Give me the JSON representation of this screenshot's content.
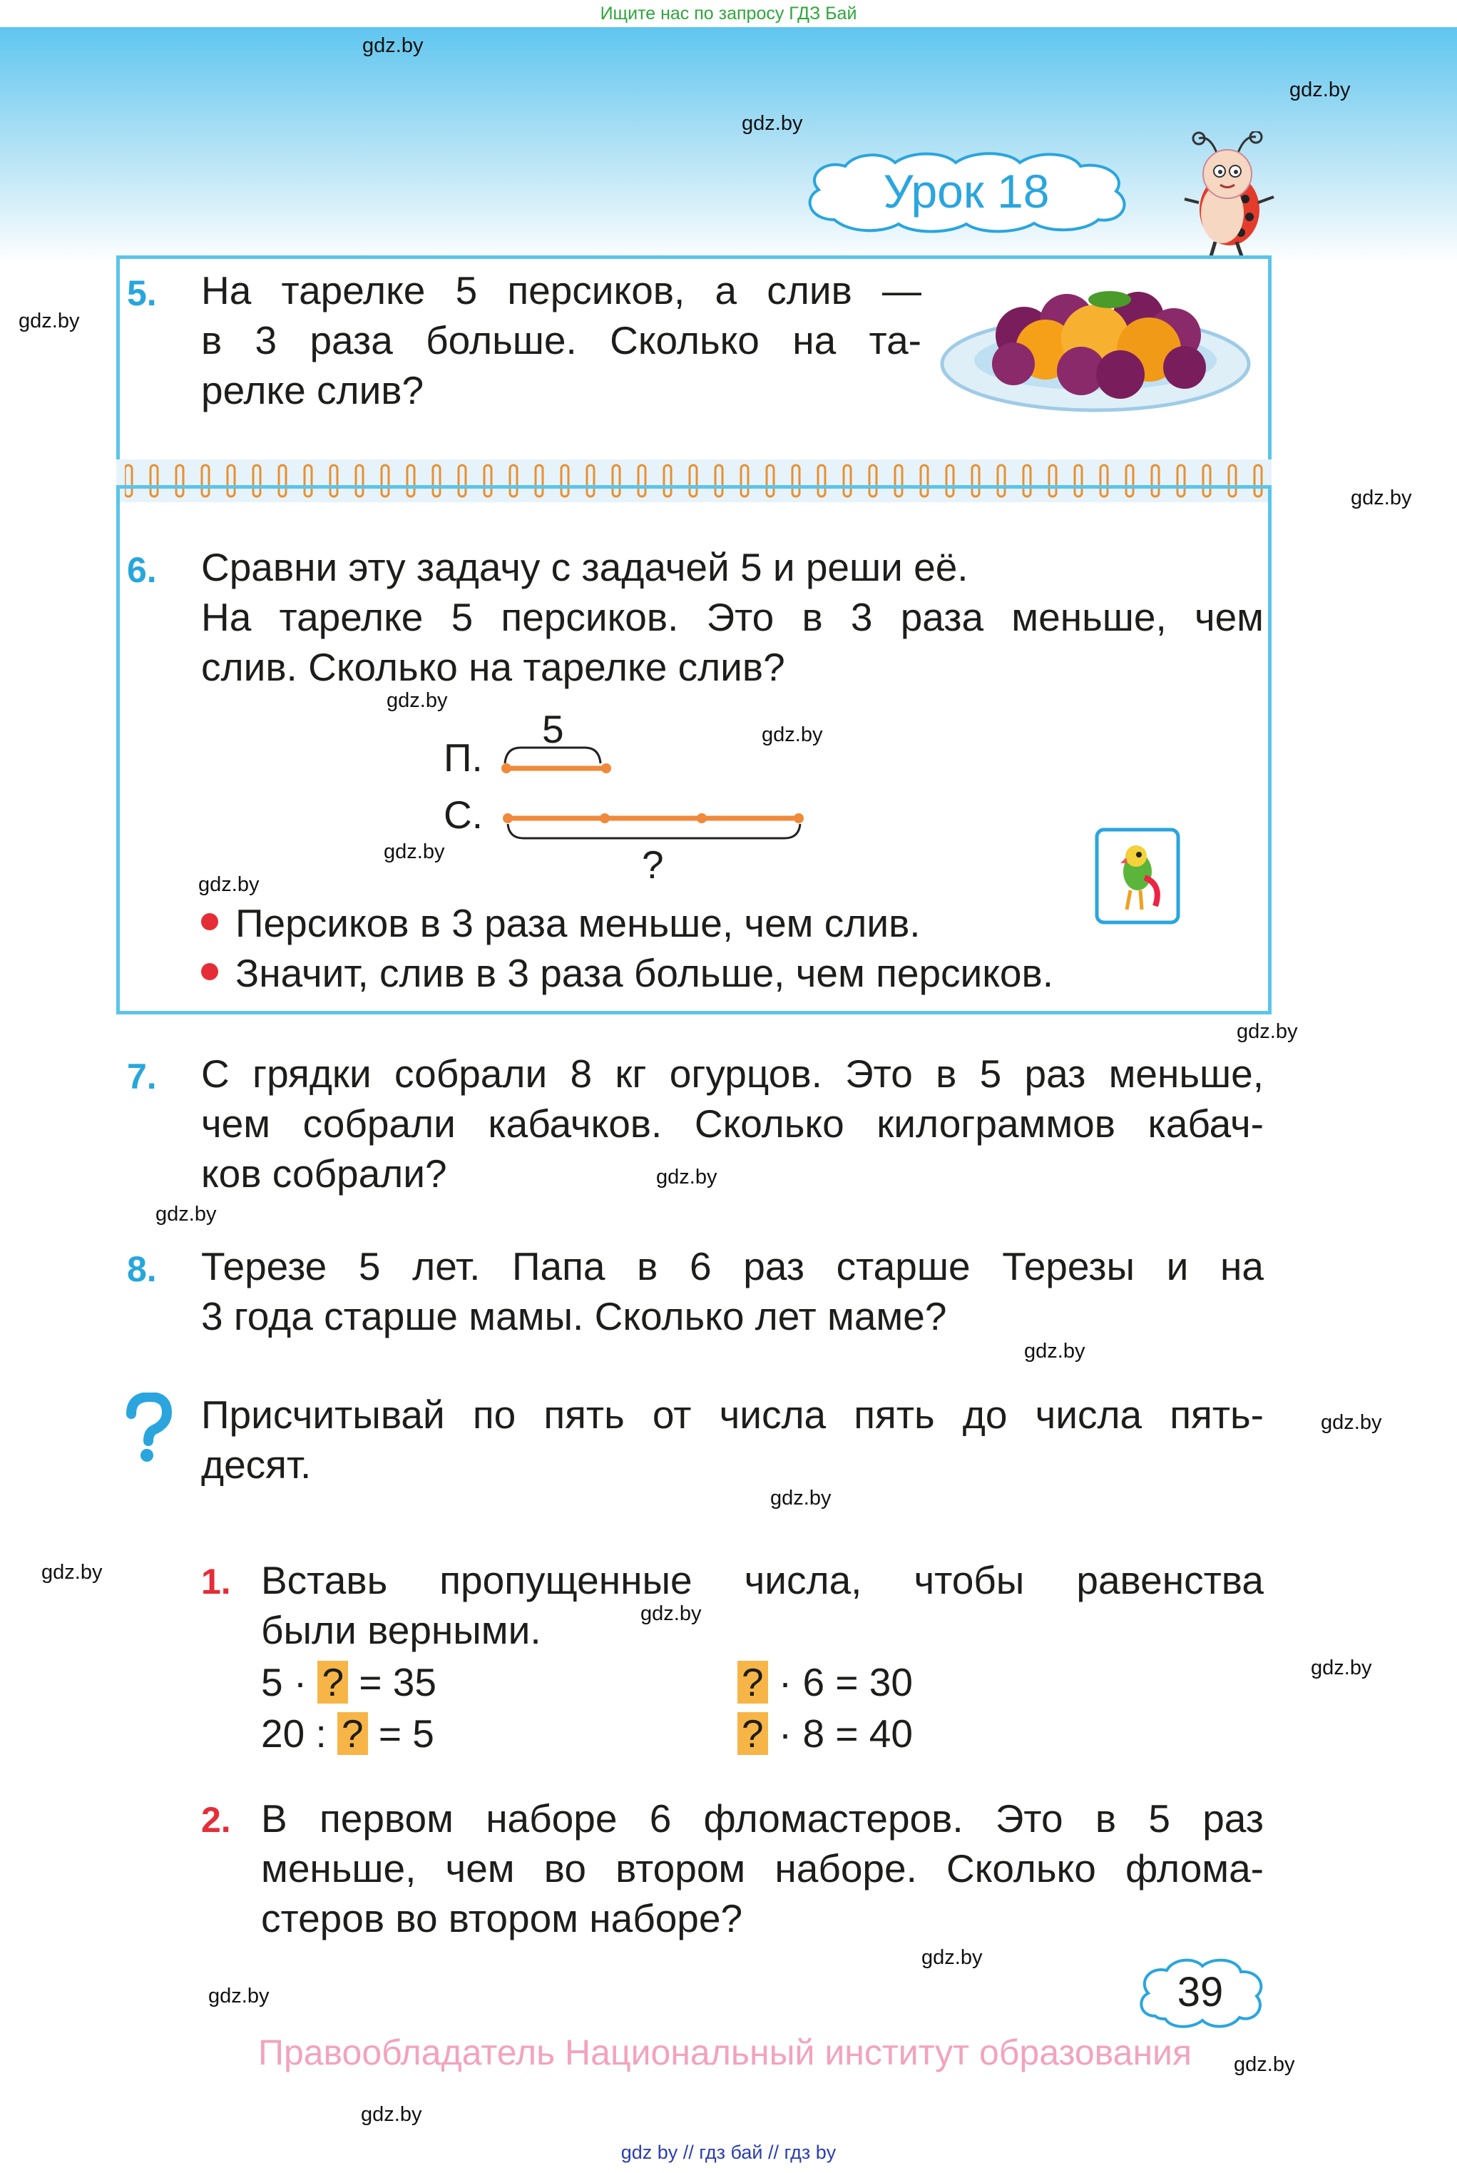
{
  "top_banner": "Ищите нас по запросу ГДЗ Бай",
  "watermark": "gdz.by",
  "lesson_title": "Урок 18",
  "task5": {
    "number": "5.",
    "lines": [
      "На тарелке 5 персиков, а слив —",
      "в 3 раза больше. Сколько на та-",
      "релке слив?"
    ]
  },
  "task6": {
    "number": "6.",
    "line1": "Сравни эту задачу с задачей 5 и реши её.",
    "line2": "На тарелке 5 персиков. Это в 3 раза меньше, чем",
    "line3": "слив. Сколько на тарелке слив?",
    "diagram": {
      "label_p": "П.",
      "label_s": "С.",
      "top_value": "5",
      "bottom_value": "?"
    },
    "bullets": [
      "Персиков в 3 раза меньше, чем слив.",
      "Значит, слив в 3 раза больше, чем персиков."
    ]
  },
  "task7": {
    "number": "7.",
    "lines": [
      "С грядки собрали 8 кг огурцов. Это в 5 раз меньше,",
      "чем собрали кабачков. Сколько килограммов кабач-",
      "ков собрали?"
    ]
  },
  "task8": {
    "number": "8.",
    "lines": [
      "Терезе 5 лет. Папа в 6 раз старше Терезы и на",
      "3 года старше мамы. Сколько лет маме?"
    ]
  },
  "riddle": {
    "icon": "question-mark-icon",
    "lines": [
      "Присчитывай по пять от числа пять до числа пять-",
      "десят."
    ]
  },
  "review1": {
    "number": "1.",
    "lines": [
      "Вставь пропущенные числа, чтобы равенства",
      "были верными."
    ],
    "eq1_pre": "5 · ",
    "eq1_post": " = 35",
    "eq2_pre": "20 : ",
    "eq2_post": " = 5",
    "eq3_post": " · 6 = 30",
    "eq4_post": " · 8 = 40",
    "placeholder": "?"
  },
  "review2": {
    "number": "2.",
    "lines": [
      "В первом наборе 6 фломастеров. Это в 5 раз",
      "меньше, чем во втором наборе. Сколько флома-",
      "стеров во втором наборе?"
    ]
  },
  "page_number": "39",
  "copyright": "Правообладатель Национальный институт образования",
  "bottom_links": "gdz by // гдз бай // гдз by",
  "colors": {
    "accent_blue": "#27a6dc",
    "accent_red": "#e52d37",
    "orange": "#f0893b",
    "highlight": "#f7b548"
  }
}
